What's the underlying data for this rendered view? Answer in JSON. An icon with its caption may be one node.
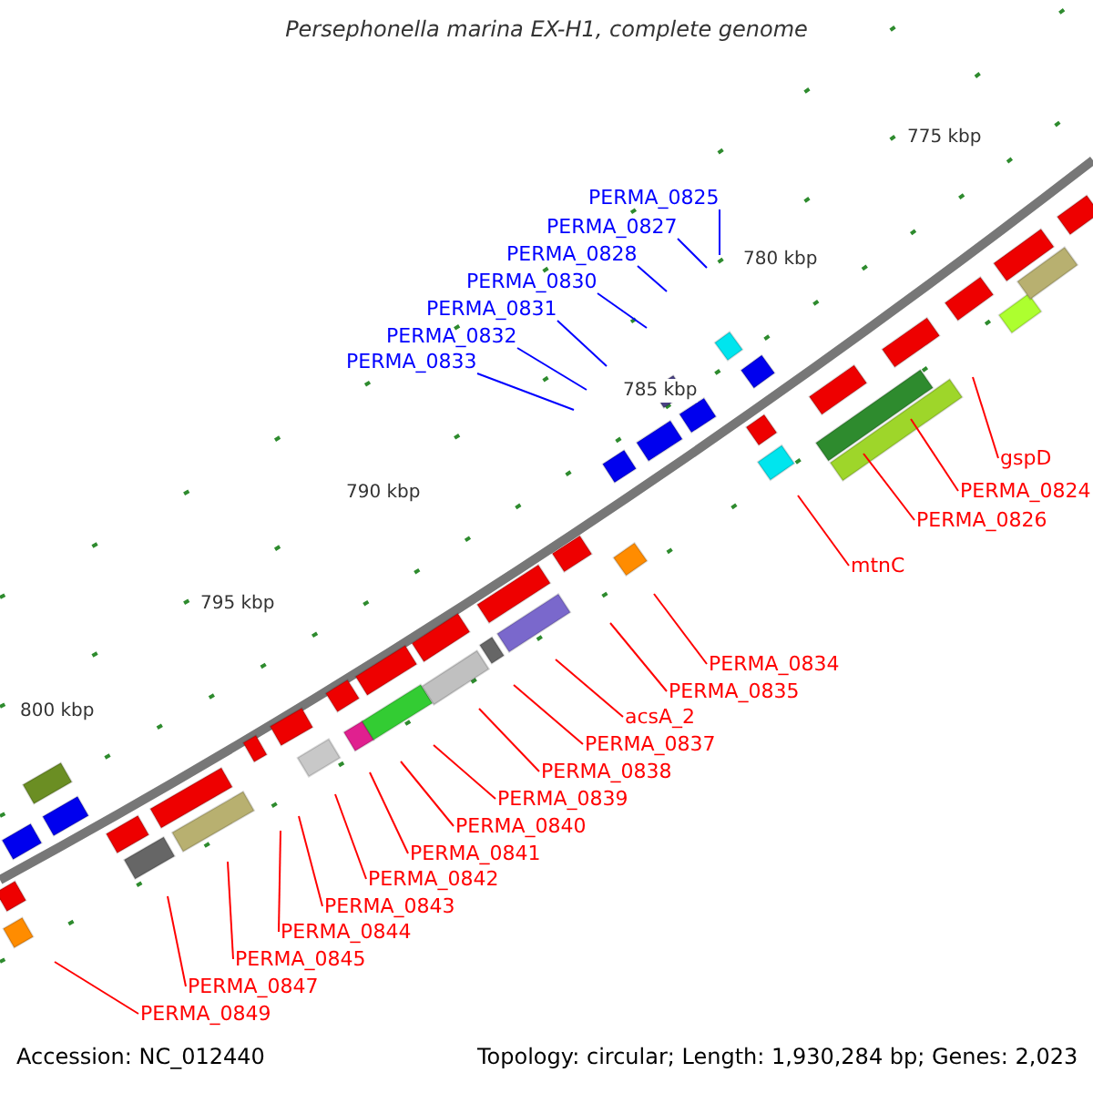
{
  "diagram": {
    "title": "Persephonella marina EX-H1, complete genome",
    "nodes": [
      {
        "text": [
          "PERMA_0825"
        ]
      },
      {
        "text": [
          "PERMA_0827"
        ]
      },
      {
        "text": [
          "PERMA_0828"
        ]
      },
      {
        "text": [
          "PERMA_0830"
        ]
      },
      {
        "text": [
          "PERMA_0831"
        ]
      },
      {
        "text": [
          "PERMA_0832"
        ]
      },
      {
        "text": [
          "PERMA_0833"
        ]
      },
      {
        "text": [
          "gspD"
        ]
      },
      {
        "text": [
          "PERMA_0824"
        ]
      },
      {
        "text": [
          "PERMA_0826"
        ]
      },
      {
        "text": [
          "mtnC"
        ]
      },
      {
        "text": [
          "PERMA_0834"
        ]
      },
      {
        "text": [
          "PERMA_0835"
        ]
      },
      {
        "text": [
          "acsA_2"
        ]
      },
      {
        "text": [
          "PERMA_0837"
        ]
      },
      {
        "text": [
          "PERMA_0838"
        ]
      },
      {
        "text": [
          "PERMA_0839"
        ]
      },
      {
        "text": [
          "PERMA_0840"
        ]
      },
      {
        "text": [
          "PERMA_0841"
        ]
      },
      {
        "text": [
          "PERMA_0842"
        ]
      },
      {
        "text": [
          "PERMA_0843"
        ]
      },
      {
        "text": [
          "PERMA_0844"
        ]
      },
      {
        "text": [
          "PERMA_0845"
        ]
      },
      {
        "text": [
          "PERMA_0847"
        ]
      },
      {
        "text": [
          "PERMA_0849"
        ]
      }
    ],
    "edges": [
      {
        "from": 0,
        "to": null,
        "arrow": "none",
        "color": "#0000ff"
      },
      {
        "from": 1,
        "to": null,
        "arrow": "none",
        "color": "#0000ff"
      },
      {
        "from": 2,
        "to": null,
        "arrow": "none",
        "color": "#0000ff"
      },
      {
        "from": 3,
        "to": null,
        "arrow": "none",
        "color": "#0000ff"
      },
      {
        "from": 4,
        "to": null,
        "arrow": "none",
        "color": "#0000ff"
      },
      {
        "from": 5,
        "to": null,
        "arrow": "none",
        "color": "#0000ff"
      },
      {
        "from": 6,
        "to": null,
        "arrow": "none",
        "color": "#0000ff"
      },
      {
        "from": 7,
        "to": null,
        "arrow": "none"
      },
      {
        "from": 8,
        "to": null,
        "arrow": "none"
      },
      {
        "from": 9,
        "to": null,
        "arrow": "none"
      },
      {
        "from": 10,
        "to": null,
        "arrow": "none"
      },
      {
        "from": 11,
        "to": null,
        "arrow": "none"
      },
      {
        "from": 12,
        "to": null,
        "arrow": "none"
      },
      {
        "from": 13,
        "to": null,
        "arrow": "none"
      },
      {
        "from": 14,
        "to": null,
        "arrow": "none"
      },
      {
        "from": 15,
        "to": null,
        "arrow": "none"
      },
      {
        "from": 16,
        "to": null,
        "arrow": "none"
      },
      {
        "from": 17,
        "to": null,
        "arrow": "none"
      },
      {
        "from": 18,
        "to": null,
        "arrow": "none"
      },
      {
        "from": 19,
        "to": null,
        "arrow": "none"
      },
      {
        "from": 20,
        "to": null,
        "arrow": "none"
      },
      {
        "from": 21,
        "to": null,
        "arrow": "none"
      },
      {
        "from": 22,
        "to": null,
        "arrow": "none"
      },
      {
        "from": 23,
        "to": null,
        "arrow": "none"
      },
      {
        "from": 24,
        "to": null,
        "arrow": "none"
      }
    ],
    "labels": [
      "775 kbp",
      "780 kbp",
      "785 kbp",
      "790 kbp",
      "795 kbp",
      "800 kbp",
      "Accession: NC_012440",
      "Topology: circular; Length: 1,930,284 bp; Genes: 2,023"
    ]
  }
}
